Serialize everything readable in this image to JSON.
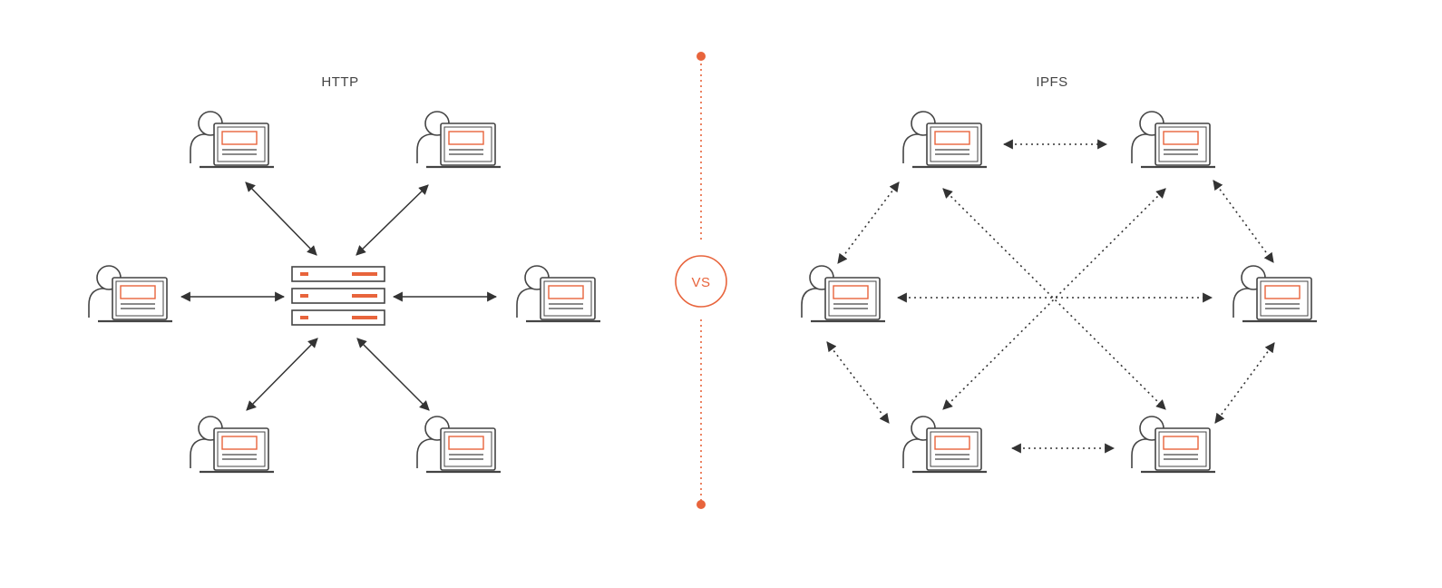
{
  "colors": {
    "accent": "#e8643c",
    "stroke": "#444444",
    "arrow": "#333333"
  },
  "http": {
    "title": "HTTP",
    "topology": "client-server",
    "server_icon": "server-stack-icon",
    "client_icon": "user-laptop-icon",
    "client_count": 6,
    "connection_style": "solid double-headed arrow"
  },
  "ipfs": {
    "title": "IPFS",
    "topology": "peer-to-peer",
    "peer_icon": "user-laptop-icon",
    "peer_count": 6,
    "connection_style": "dotted double-headed arrow"
  },
  "divider": {
    "label": "VS"
  }
}
